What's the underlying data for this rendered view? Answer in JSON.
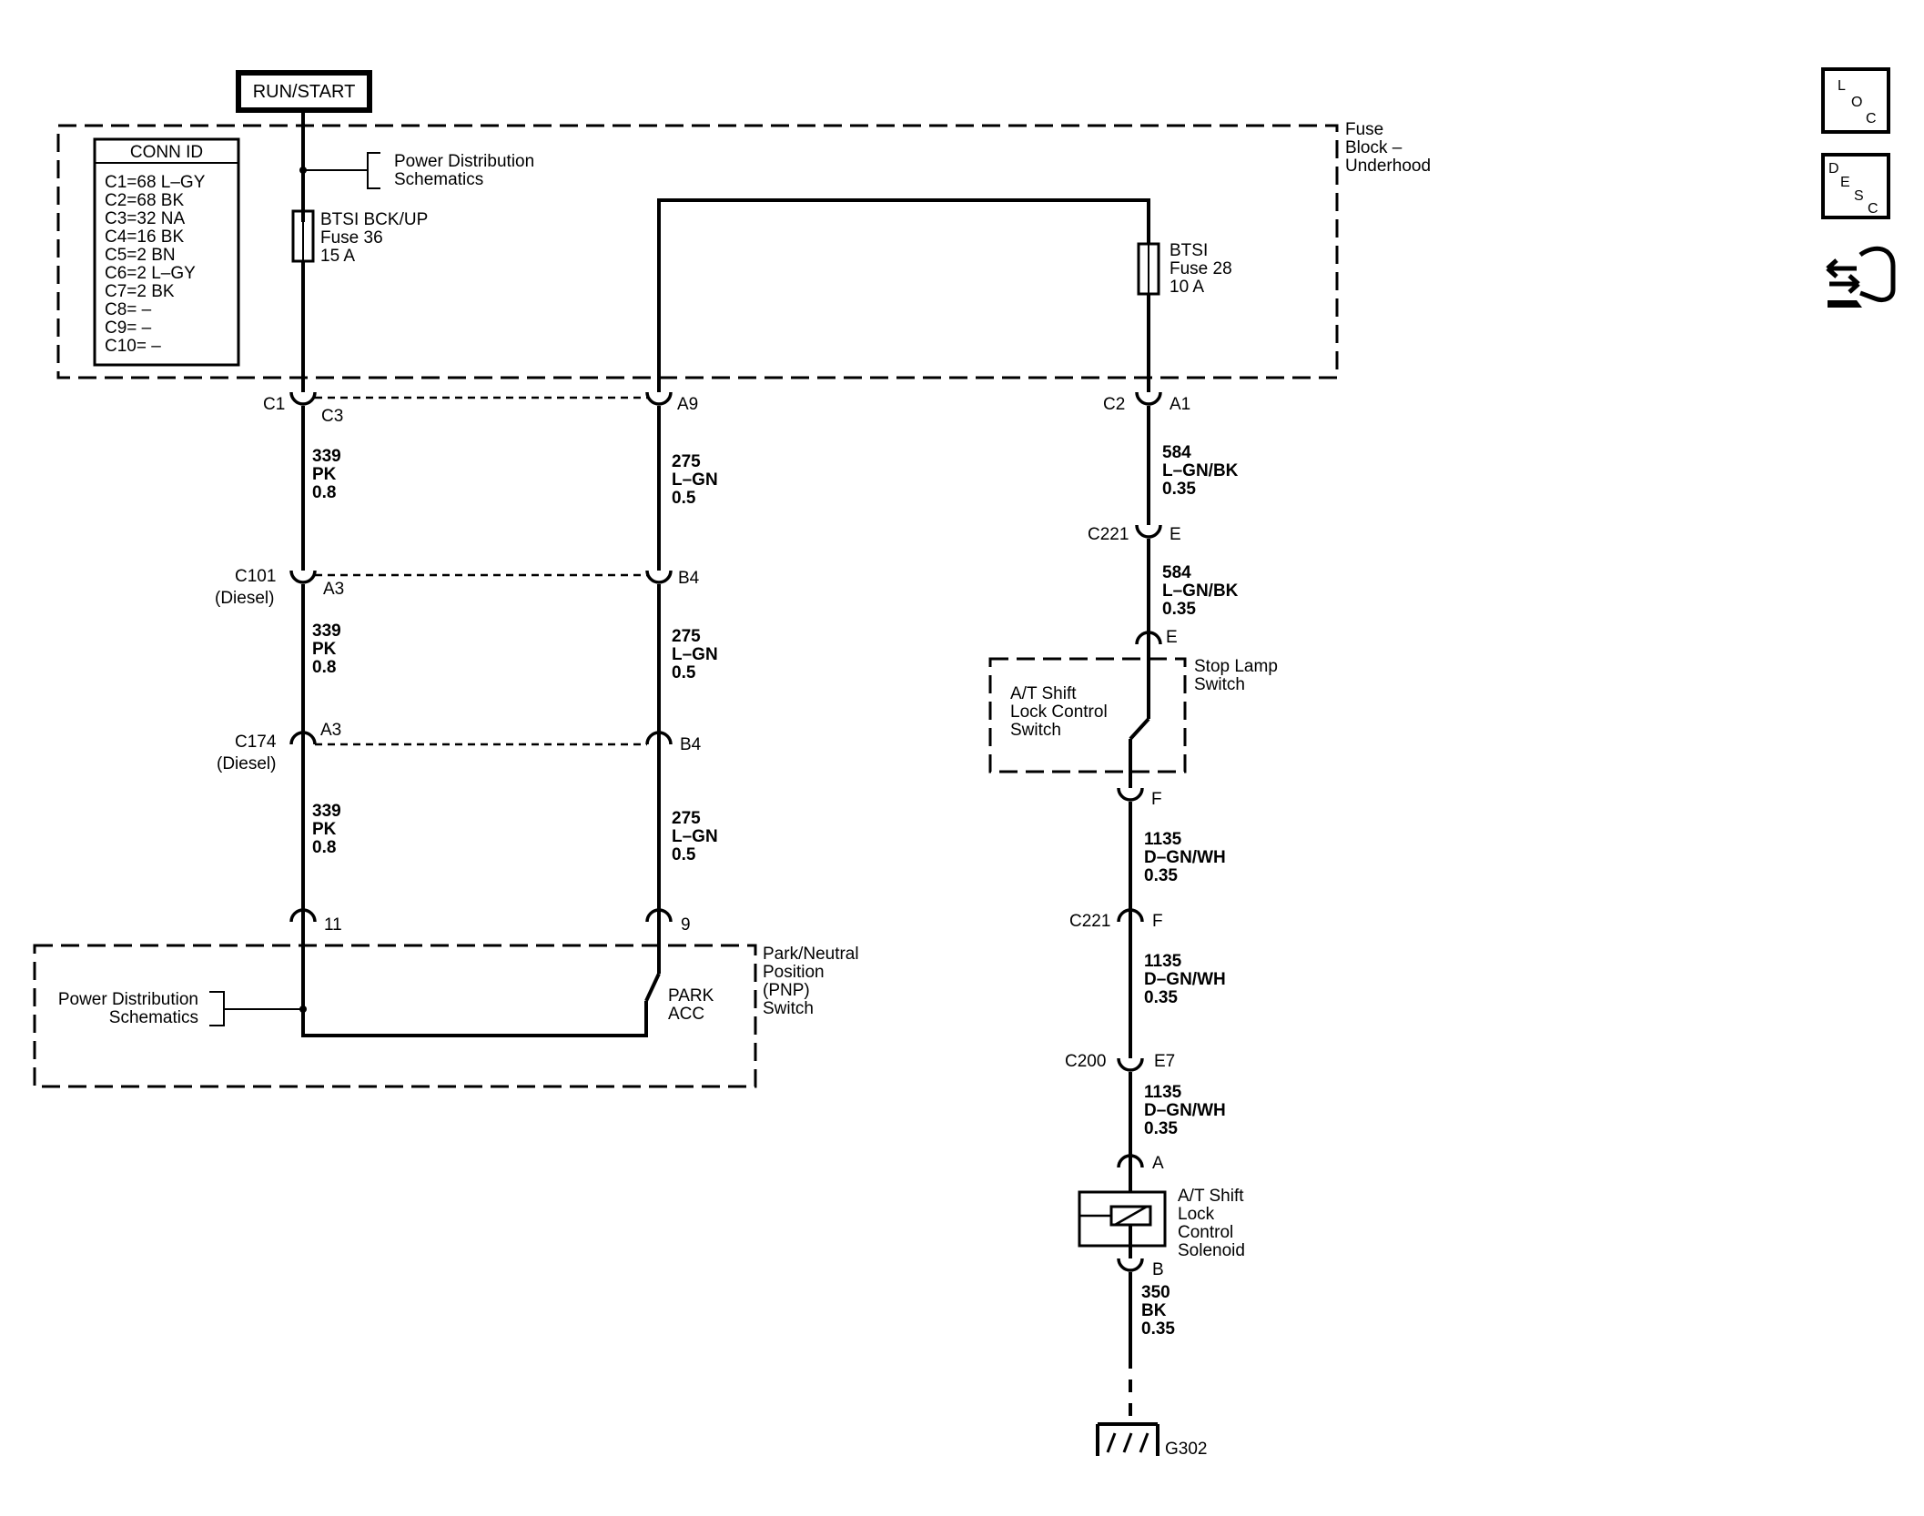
{
  "power_source": "RUN/START",
  "fuse_block": {
    "title": [
      "Fuse",
      "Block –",
      "Underhood"
    ]
  },
  "conn_id": {
    "title": "CONN ID",
    "rows": [
      "C1=68 L–GY",
      "C2=68 BK",
      "C3=32 NA",
      "C4=16 BK",
      "C5=2 BN",
      "C6=2 L–GY",
      "C7=2 BK",
      "C8= –",
      "C9= –",
      "C10= –"
    ]
  },
  "power_distribution_ref": [
    "Power Distribution",
    "Schematics"
  ],
  "fuse_36": [
    "BTSI BCK/UP",
    "Fuse 36",
    "15 A"
  ],
  "fuse_28": [
    "BTSI",
    "Fuse 28",
    "10 A"
  ],
  "connectors": {
    "c1": "C1",
    "c3": "C3",
    "a9": "A9",
    "c2": "C2",
    "a1": "A1",
    "c221_top": "C221",
    "e_top": "E",
    "e_switch": "E",
    "c101": "C101",
    "diesel_1": "(Diesel)",
    "a3_c101": "A3",
    "b4_c101": "B4",
    "c174": "C174",
    "diesel_2": "(Diesel)",
    "a3_c174": "A3",
    "b4_c174": "B4",
    "pin_11": "11",
    "pin_9": "9",
    "f_switch": "F",
    "c221_bottom": "C221",
    "f_c221": "F",
    "c200": "C200",
    "e7": "E7",
    "a_solenoid": "A",
    "b_solenoid": "B",
    "ground": "G302"
  },
  "wires": {
    "w339_1": [
      "339",
      "PK",
      "0.8"
    ],
    "w339_2": [
      "339",
      "PK",
      "0.8"
    ],
    "w339_3": [
      "339",
      "PK",
      "0.8"
    ],
    "w275_1": [
      "275",
      "L–GN",
      "0.5"
    ],
    "w275_2": [
      "275",
      "L–GN",
      "0.5"
    ],
    "w275_3": [
      "275",
      "L–GN",
      "0.5"
    ],
    "w584_1": [
      "584",
      "L–GN/BK",
      "0.35"
    ],
    "w584_2": [
      "584",
      "L–GN/BK",
      "0.35"
    ],
    "w1135_1": [
      "1135",
      "D–GN/WH",
      "0.35"
    ],
    "w1135_2": [
      "1135",
      "D–GN/WH",
      "0.35"
    ],
    "w1135_3": [
      "1135",
      "D–GN/WH",
      "0.35"
    ],
    "w350": [
      "350",
      "BK",
      "0.35"
    ]
  },
  "stop_lamp_switch": [
    "Stop Lamp",
    "Switch"
  ],
  "shift_lock_switch": [
    "A/T Shift",
    "Lock Control",
    "Switch"
  ],
  "pnp_switch": {
    "title": [
      "Park/Neutral",
      "Position",
      "(PNP)",
      "Switch"
    ],
    "contact": [
      "PARK",
      "ACC"
    ]
  },
  "power_distribution_ref_2": [
    "Power Distribution",
    "Schematics"
  ],
  "solenoid": [
    "A/T Shift",
    "Lock",
    "Control",
    "Solenoid"
  ],
  "side_icons": [
    {
      "name": "loc-icon",
      "letters": [
        "L",
        "O",
        "C"
      ]
    },
    {
      "name": "desc-icon",
      "letters": [
        "D",
        "E",
        "S",
        "C"
      ]
    },
    {
      "name": "connector-hand-icon",
      "letters": []
    }
  ]
}
